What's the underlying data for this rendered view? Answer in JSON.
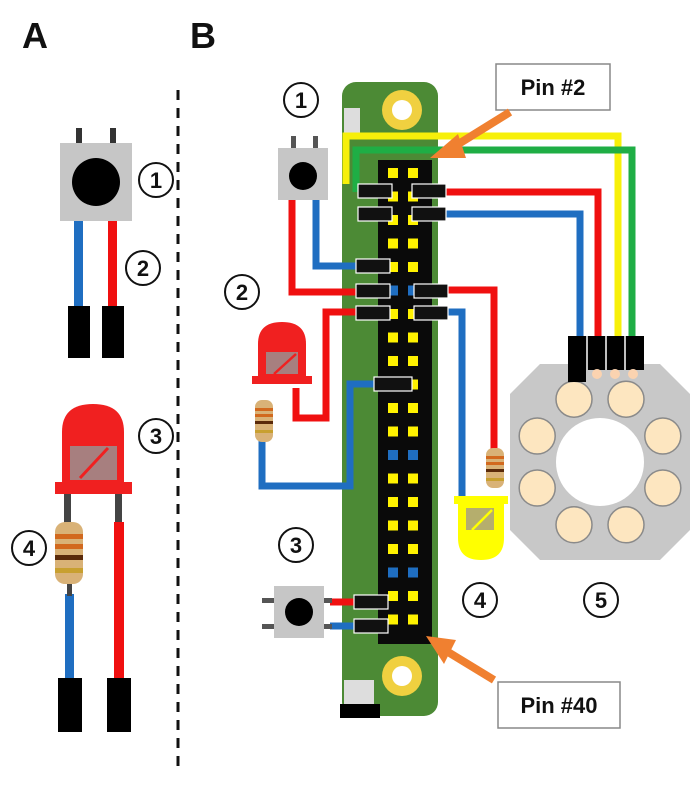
{
  "panels": {
    "a": {
      "label": "A",
      "markers": [
        "1",
        "2",
        "3",
        "4"
      ]
    },
    "b": {
      "label": "B",
      "markers": [
        "1",
        "2",
        "3",
        "4",
        "5"
      ],
      "callout_top": "Pin #2",
      "callout_bottom": "Pin #40"
    }
  },
  "colors": {
    "wire_blue": "#1f6ec1",
    "wire_red": "#f01010",
    "wire_yellow": "#f7f00a",
    "wire_green": "#1fae45",
    "board_green": "#4c8a35",
    "header_black": "#0a0a0a",
    "pin_yellow": "#fff200",
    "pin_blue": "#1f6ec1",
    "arrow_orange": "#f08030",
    "led_red": "#f02020",
    "led_yellow": "#ffff00",
    "ring_gray": "#c8c8c8",
    "ring_led": "#fde6c0"
  },
  "icons": [
    "push-button-icon",
    "led-icon",
    "resistor-icon",
    "led-ring-icon",
    "mounting-hole-icon"
  ]
}
